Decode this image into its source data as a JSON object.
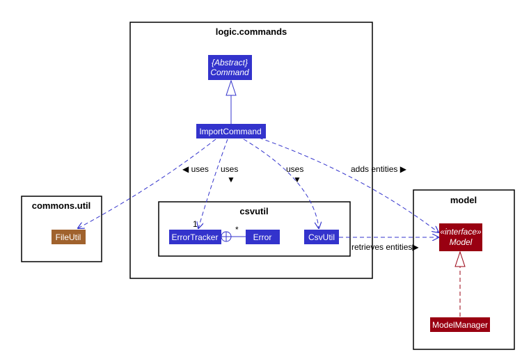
{
  "colors": {
    "logic_class": "#3333cc",
    "model_class": "#990011",
    "commons_class": "#a0622d",
    "logic_edge": "#3333cc",
    "model_edge": "#990011"
  },
  "packages": {
    "logic": "logic.commands",
    "commons": "commons.util",
    "model": "model",
    "csvutil": "csvutil"
  },
  "classes": {
    "command_stereo": "{Abstract}",
    "command_name": "Command",
    "import_command": "ImportCommand",
    "file_util": "FileUtil",
    "error_tracker": "ErrorTracker",
    "error": "Error",
    "csv_util": "CsvUtil",
    "model_stereo": "«interface»",
    "model_name": "Model",
    "model_manager": "ModelManager"
  },
  "relations": {
    "uses_file_util": "◀ uses",
    "uses_error_tracker": "uses",
    "uses_error_tracker_arrow": "▼",
    "uses_csv_util": "uses",
    "uses_csv_util_arrow": "▼",
    "adds_entities": "adds entities ▶",
    "retrieves_entities": "retrieves entities▶",
    "multiplicity_one": "1",
    "multiplicity_many": "*"
  }
}
